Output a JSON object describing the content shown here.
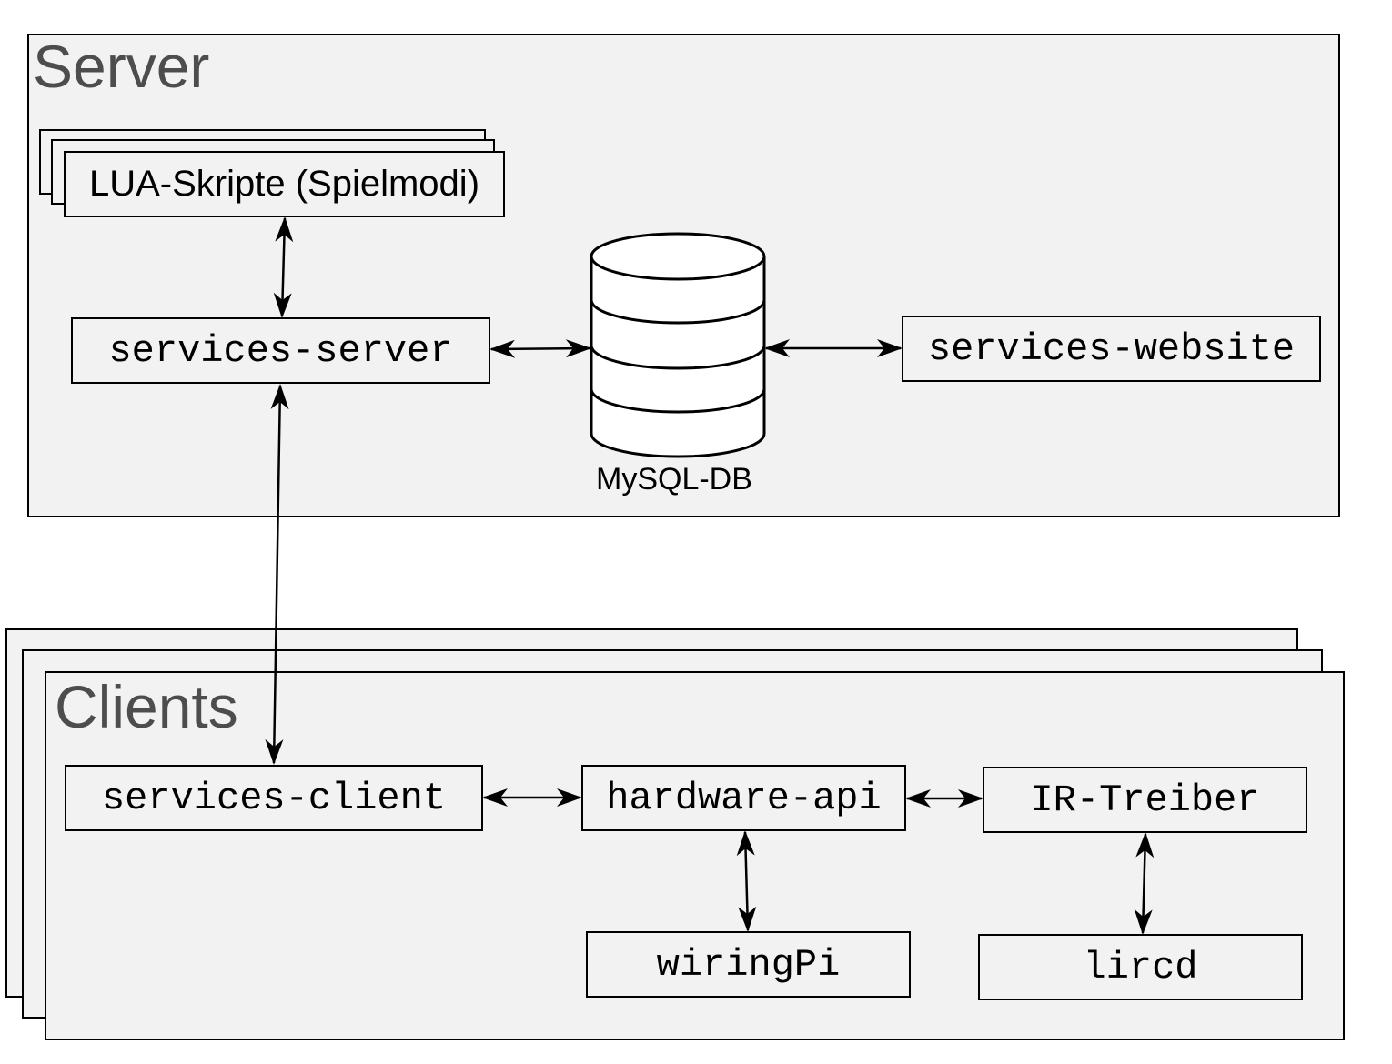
{
  "server": {
    "title": "Server",
    "lua_scripts": "LUA-Skripte (Spielmodi)",
    "services_server": "services-server",
    "database_label": "MySQL-DB",
    "services_website": "services-website"
  },
  "clients": {
    "title": "Clients",
    "services_client": "services-client",
    "hardware_api": "hardware-api",
    "ir_treiber": "IR-Treiber",
    "wiringpi": "wiringPi",
    "lircd": "lircd"
  }
}
